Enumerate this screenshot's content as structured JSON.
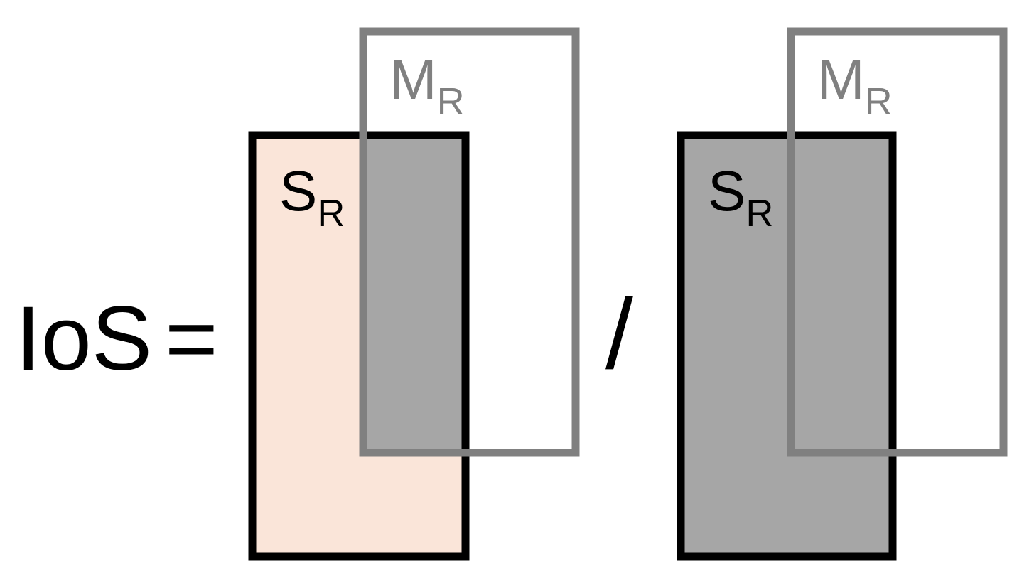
{
  "formula": {
    "lhs": "IoS",
    "equals": "=",
    "divide": "/"
  },
  "labels": {
    "s_main": "S",
    "s_sub": "R",
    "m_main": "M",
    "m_sub": "R"
  },
  "colors": {
    "s_region_fill": "#fae5d9",
    "intersection_fill": "#a6a6a6",
    "s_border": "#000000",
    "m_border": "#808080",
    "m_label": "#808080",
    "text": "#000000"
  }
}
